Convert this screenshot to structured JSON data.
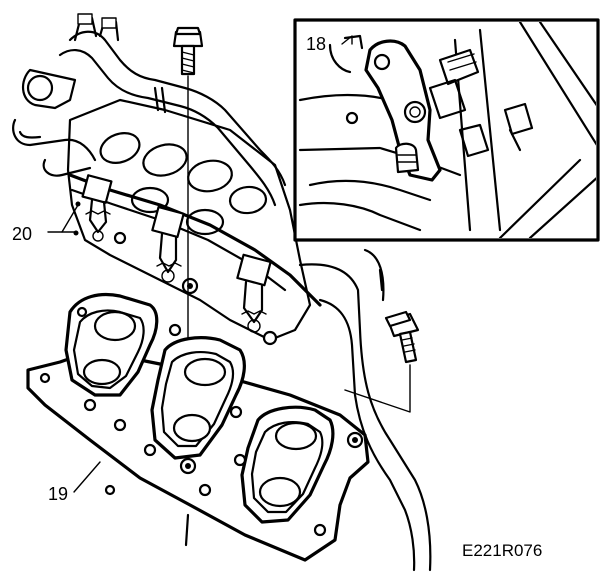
{
  "callouts": {
    "inset_part": "18",
    "fuel_rail_injectors": "20",
    "manifold_gasket": "19"
  },
  "figure_code": "E221R076"
}
